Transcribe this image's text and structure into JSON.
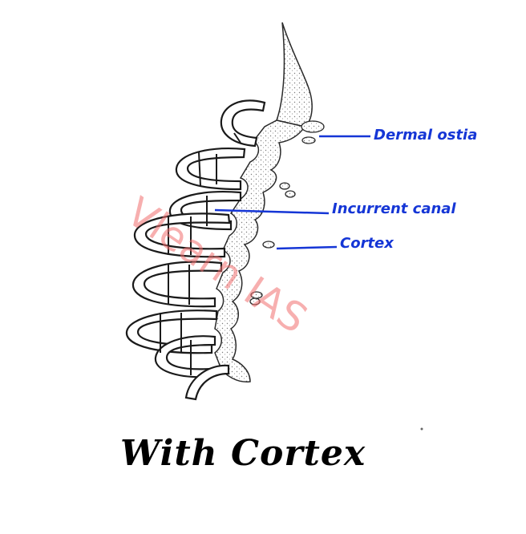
{
  "labels": {
    "dermal_ostia": "Dermal ostia",
    "incurrent_canal": "Incurrent canal",
    "cortex": "Cortex"
  },
  "caption": "With Cortex",
  "watermark": "Vlearn IAS",
  "colors": {
    "label_blue": "#1536d6",
    "outline": "#2a2a2a",
    "watermark": "#f06e6e"
  }
}
